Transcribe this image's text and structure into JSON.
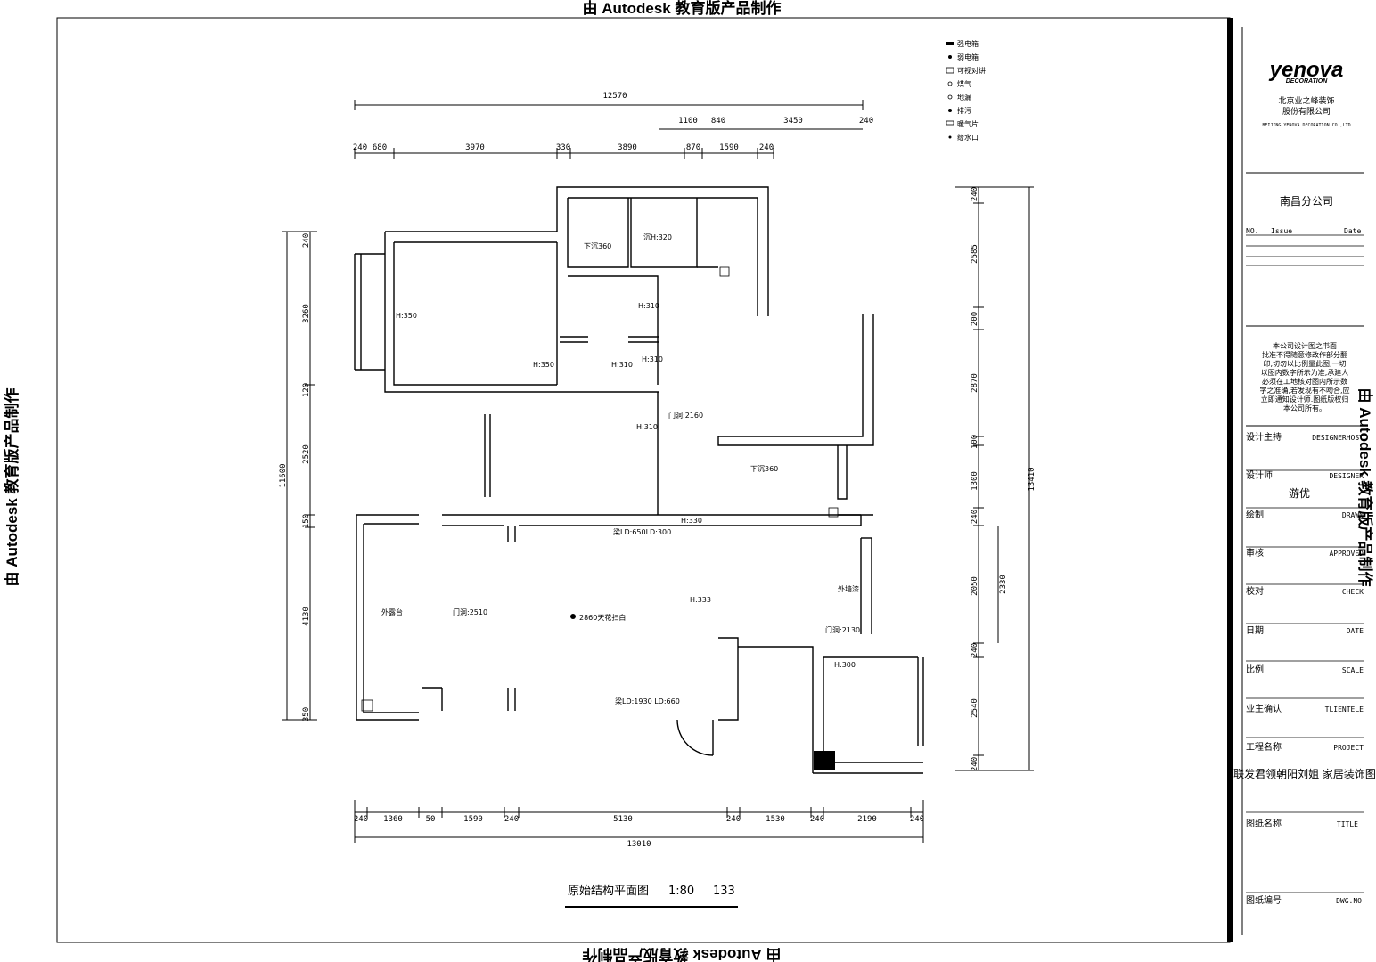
{
  "watermark": "由 Autodesk 教育版产品制作",
  "drawing": {
    "title": "原始结构平面图",
    "scale": "1:80",
    "area": "133"
  },
  "legend": [
    "强电箱",
    "弱电箱",
    "可视对讲",
    "煤气",
    "地漏",
    "排污",
    "暖气片",
    "给水口"
  ],
  "dims_top_total": "12570",
  "dims_top_row1": [
    "1100",
    "840",
    "3450",
    "240"
  ],
  "dims_top_row2": [
    "240",
    "680",
    "3970",
    "330",
    "3890",
    "870",
    "1590",
    "240"
  ],
  "dims_bottom_row": [
    "240",
    "1360",
    "50",
    "1590",
    "240",
    "5130",
    "240",
    "1530",
    "240",
    "2190",
    "240"
  ],
  "dims_bottom_total": "13010",
  "dims_left": [
    "240",
    "3260",
    "120",
    "2520",
    "150",
    "4130",
    "350"
  ],
  "dims_left_total": "11600",
  "dims_right": [
    "240",
    "2585",
    "200",
    "2870",
    "100",
    "1300",
    "240",
    "2050",
    "240",
    "2540",
    "240"
  ],
  "dims_right_total": "13410",
  "dims_right_extra": "2330",
  "rooms": {
    "h350a": "H:350",
    "h350b": "H:350",
    "down360a": "下沉360",
    "down320": "沉H:320",
    "h310a": "H:310",
    "h310b": "H:310",
    "h310c": "H:310",
    "h310d": "H:310",
    "door2160": "门洞:2160",
    "down360b": "下沉360",
    "h330a": "H:330",
    "beam1": "梁LD:650LD:300",
    "outbalcony": "外露台",
    "door2510": "门洞:2510",
    "ceiling": "2860天花扫白",
    "h333": "H:333",
    "outwall": "外墙漆",
    "door2130": "门洞:2130",
    "h300": "H:300",
    "beam2": "梁LD:1930 LD:660"
  },
  "titleblock": {
    "logo": "yenova",
    "logo_sub": "DECORATION",
    "company1": "北京业之峰装饰",
    "company2": "股份有限公司",
    "company_en": "BEIJING YENOVA DECORATION CO.,LTD",
    "branch": "南昌分公司",
    "no": "NO.",
    "issue": "Issue",
    "date": "Date",
    "note": [
      "本公司设计图之书面",
      "批准不得随意修改作部分翻",
      "印,切勿以比例量此图,一切",
      "以图内数字所示为准,承建人",
      "必须在工地核对图内所示数",
      "字之准确,若发现有不吻合,应",
      "立即通知设计师.图纸版权归",
      "本公司所有。"
    ],
    "rows": [
      {
        "cn": "设计主持",
        "en": "DESIGNERHOST",
        "val": ""
      },
      {
        "cn": "设计师",
        "en": "DESIGNER",
        "val": "游优"
      },
      {
        "cn": "绘制",
        "en": "DRAWN",
        "val": ""
      },
      {
        "cn": "审核",
        "en": "APPROVED",
        "val": ""
      },
      {
        "cn": "校对",
        "en": "CHECK",
        "val": ""
      },
      {
        "cn": "日期",
        "en": "DATE",
        "val": ""
      },
      {
        "cn": "比例",
        "en": "SCALE",
        "val": ""
      },
      {
        "cn": "业主确认",
        "en": "TLIENTELE",
        "val": ""
      },
      {
        "cn": "工程名称",
        "en": "PROJECT",
        "val": "联发君领朝阳刘姐 家居装饰图"
      },
      {
        "cn": "图纸名称",
        "en": "TITLE",
        "val": ""
      },
      {
        "cn": "图纸编号",
        "en": "DWG.NO",
        "val": ""
      }
    ]
  }
}
